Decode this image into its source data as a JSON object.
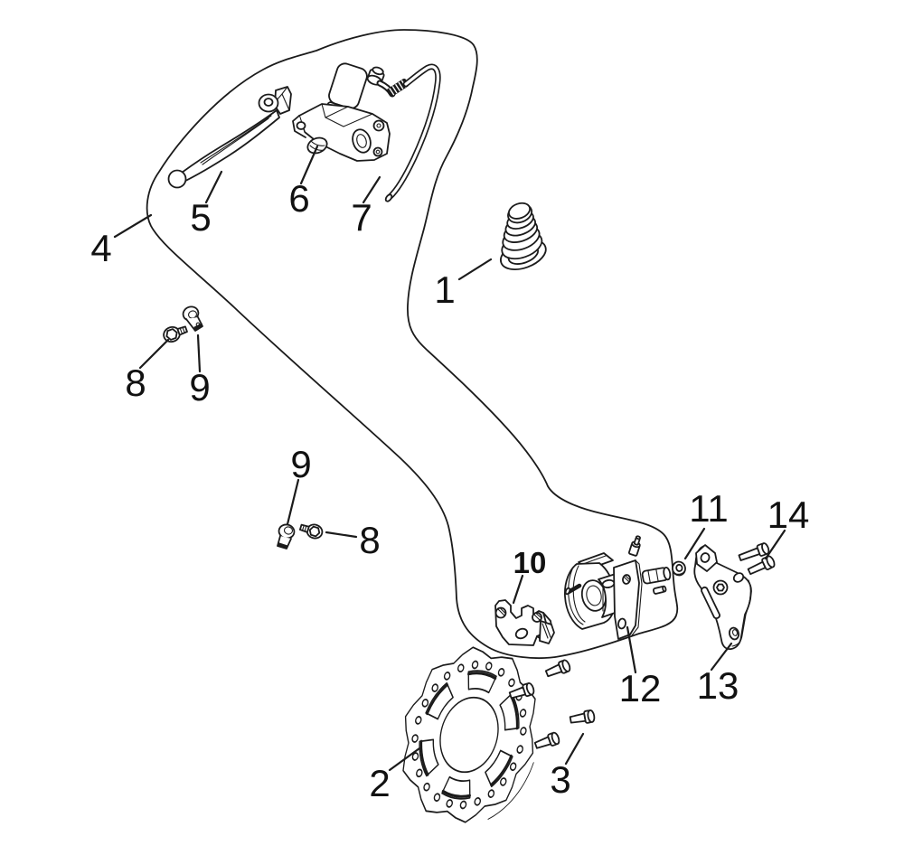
{
  "diagram": {
    "kind": "exploded-parts-diagram",
    "colors": {
      "background": "#ffffff",
      "line": "#1b1b1b",
      "label": "#111111"
    },
    "callouts": {
      "part1": "1",
      "part2": "2",
      "part3": "3",
      "part4": "4",
      "part5": "5",
      "part6": "6",
      "part7": "7",
      "part8_left": "8",
      "part9_left": "9",
      "part9_mid": "9",
      "part8_mid": "8",
      "part10": "10",
      "part11": "11",
      "part12": "12",
      "part13": "13",
      "part14": "14"
    }
  }
}
